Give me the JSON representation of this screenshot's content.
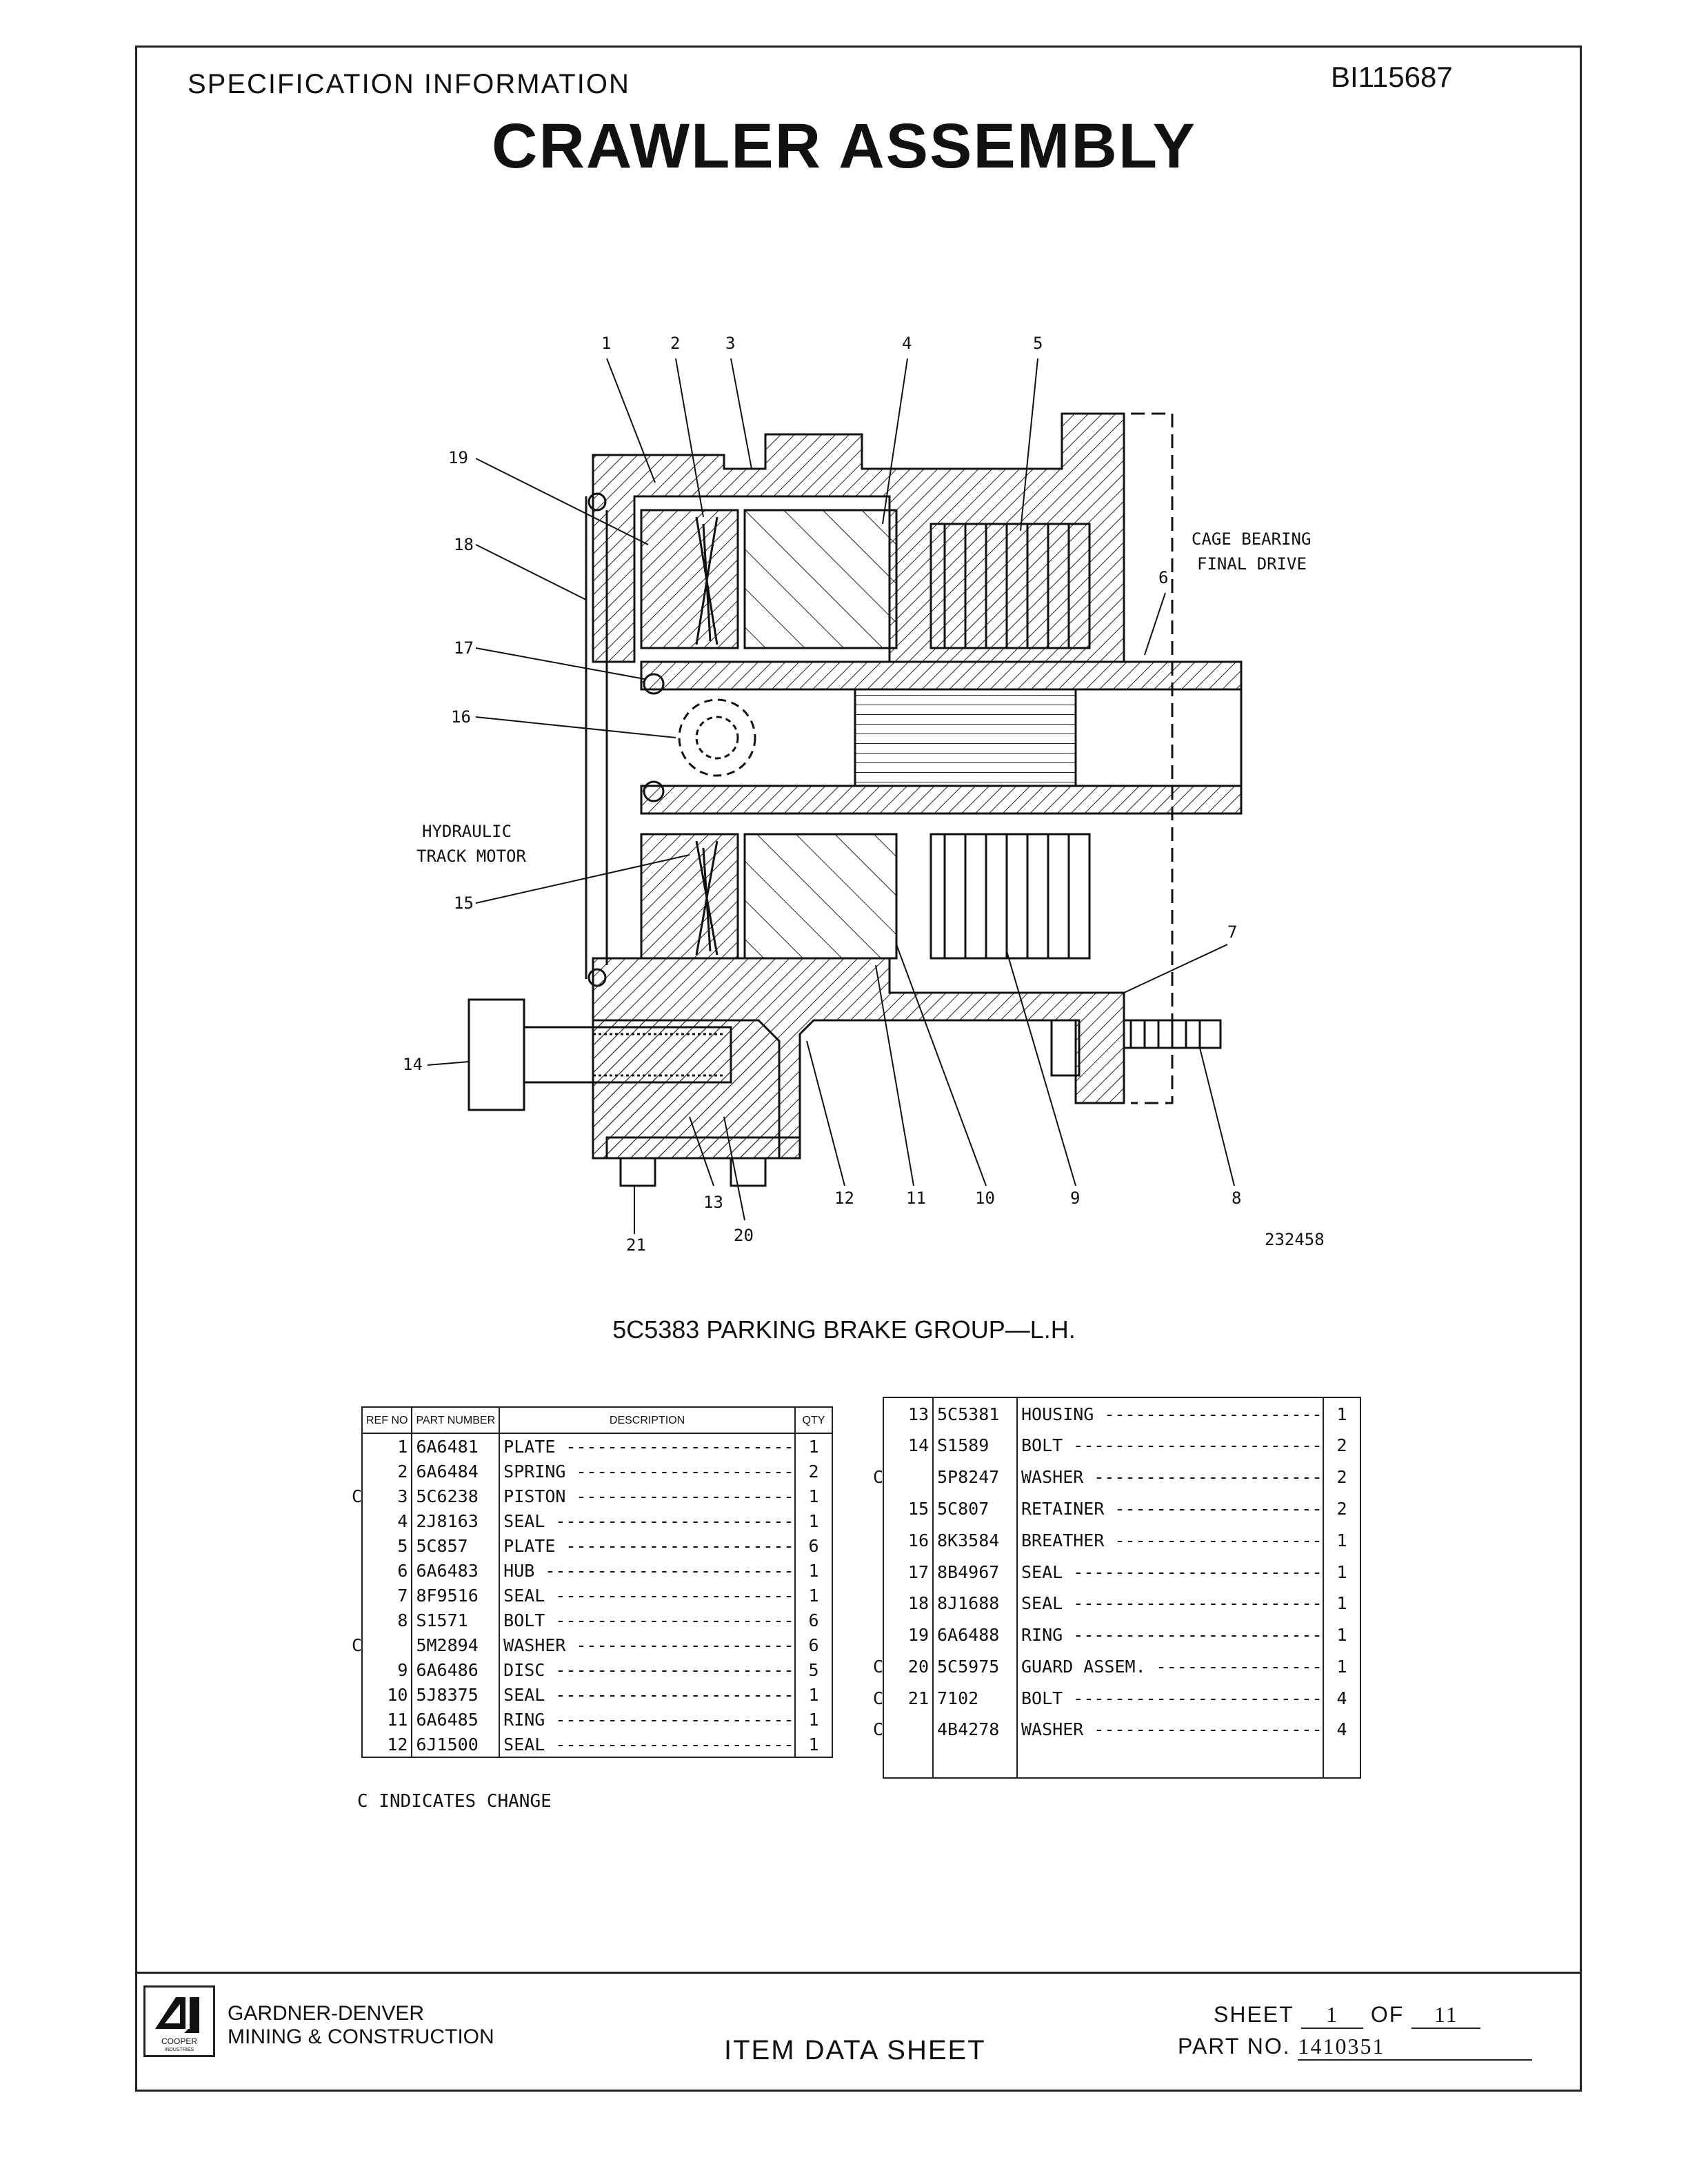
{
  "header": {
    "section": "SPECIFICATION INFORMATION",
    "doc_id": "BI115687",
    "title": "CRAWLER ASSEMBLY"
  },
  "drawing": {
    "callouts": [
      "1",
      "2",
      "3",
      "4",
      "5",
      "6",
      "7",
      "8",
      "9",
      "10",
      "11",
      "12",
      "13",
      "14",
      "15",
      "16",
      "17",
      "18",
      "19",
      "20",
      "21"
    ],
    "labels": {
      "cage_bearing": "CAGE BEARING",
      "final_drive": "FINAL DRIVE",
      "hydraulic": "HYDRAULIC",
      "track_motor": "TRACK MOTOR"
    },
    "figure_no": "232458",
    "caption": "5C5383 PARKING BRAKE GROUP—L.H."
  },
  "parts_table_left": {
    "headers": {
      "ref": "REF NO",
      "part": "PART NUMBER",
      "desc": "DESCRIPTION",
      "qty": "QTY"
    },
    "rows": [
      {
        "c": "",
        "ref": "1",
        "part": "6A6481",
        "desc": "PLATE",
        "qty": "1"
      },
      {
        "c": "",
        "ref": "2",
        "part": "6A6484",
        "desc": "SPRING",
        "qty": "2"
      },
      {
        "c": "C",
        "ref": "3",
        "part": "5C6238",
        "desc": "PISTON",
        "qty": "1"
      },
      {
        "c": "",
        "ref": "4",
        "part": "2J8163",
        "desc": "SEAL",
        "qty": "1"
      },
      {
        "c": "",
        "ref": "5",
        "part": "5C857",
        "desc": "PLATE",
        "qty": "6"
      },
      {
        "c": "",
        "ref": "6",
        "part": "6A6483",
        "desc": "HUB",
        "qty": "1"
      },
      {
        "c": "",
        "ref": "7",
        "part": "8F9516",
        "desc": "SEAL",
        "qty": "1"
      },
      {
        "c": "",
        "ref": "8",
        "part": "S1571",
        "desc": "BOLT",
        "qty": "6"
      },
      {
        "c": "C",
        "ref": "",
        "part": "5M2894",
        "desc": "WASHER",
        "qty": "6"
      },
      {
        "c": "",
        "ref": "9",
        "part": "6A6486",
        "desc": "DISC",
        "qty": "5"
      },
      {
        "c": "",
        "ref": "10",
        "part": "5J8375",
        "desc": "SEAL",
        "qty": "1"
      },
      {
        "c": "",
        "ref": "11",
        "part": "6A6485",
        "desc": "RING",
        "qty": "1"
      },
      {
        "c": "",
        "ref": "12",
        "part": "6J1500",
        "desc": "SEAL",
        "qty": "1"
      }
    ]
  },
  "parts_table_right": {
    "rows": [
      {
        "c": "",
        "ref": "13",
        "part": "5C5381",
        "desc": "HOUSING",
        "qty": "1"
      },
      {
        "c": "",
        "ref": "14",
        "part": "S1589",
        "desc": "BOLT",
        "qty": "2"
      },
      {
        "c": "C",
        "ref": "",
        "part": "5P8247",
        "desc": "WASHER",
        "qty": "2"
      },
      {
        "c": "",
        "ref": "15",
        "part": "5C807",
        "desc": "RETAINER",
        "qty": "2"
      },
      {
        "c": "",
        "ref": "16",
        "part": "8K3584",
        "desc": "BREATHER",
        "qty": "1"
      },
      {
        "c": "",
        "ref": "17",
        "part": "8B4967",
        "desc": "SEAL",
        "qty": "1"
      },
      {
        "c": "",
        "ref": "18",
        "part": "8J1688",
        "desc": "SEAL",
        "qty": "1"
      },
      {
        "c": "",
        "ref": "19",
        "part": "6A6488",
        "desc": "RING",
        "qty": "1"
      },
      {
        "c": "C",
        "ref": "20",
        "part": "5C5975",
        "desc": "GUARD ASSEM.",
        "qty": "1"
      },
      {
        "c": "C",
        "ref": "21",
        "part": "7102",
        "desc": "BOLT",
        "qty": "4"
      },
      {
        "c": "C",
        "ref": "",
        "part": "4B4278",
        "desc": "WASHER",
        "qty": "4"
      }
    ]
  },
  "change_note": "C INDICATES CHANGE",
  "footer": {
    "logo_text": "COOPER INDUSTRIES",
    "company_line1": "GARDNER-DENVER",
    "company_line2": "MINING & CONSTRUCTION",
    "sheet_type": "ITEM DATA SHEET",
    "sheet_label": "SHEET",
    "sheet_no": "1",
    "of_label": "OF",
    "sheet_total": "11",
    "part_no_label": "PART NO.",
    "part_no": "1410351"
  }
}
